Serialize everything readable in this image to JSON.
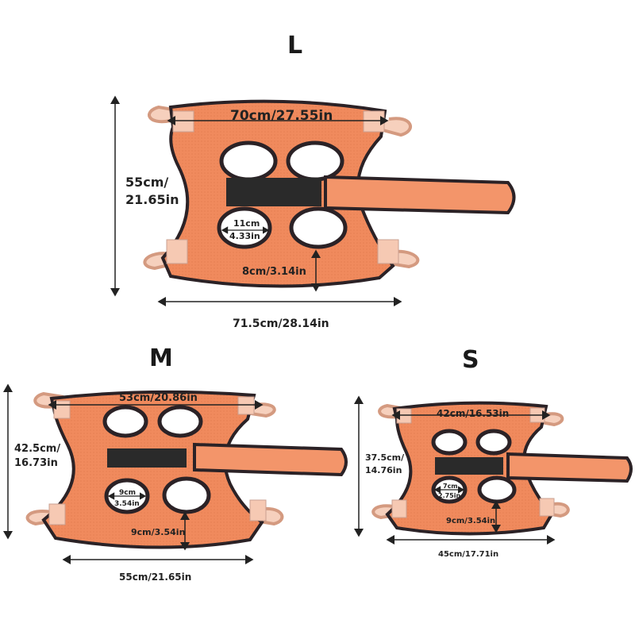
{
  "sizes": {
    "L": {
      "name": "L",
      "top_width": "70cm/27.55in",
      "height_line1": "55cm/",
      "height_line2": "21.65in",
      "hole_line1": "11cm",
      "hole_line2": "4.33in",
      "bottom_gap": "8cm/3.14in",
      "bottom_width": "71.5cm/28.14in"
    },
    "M": {
      "name": "M",
      "top_width": "53cm/20.86in",
      "height_line1": "42.5cm/",
      "height_line2": "16.73in",
      "hole_line1": "9cm",
      "hole_line2": "3.54in",
      "bottom_gap": "9cm/3.54in",
      "bottom_width": "55cm/21.65in"
    },
    "S": {
      "name": "S",
      "top_width": "42cm/16.53in",
      "height_line1": "37.5cm/",
      "height_line2": "14.76in",
      "hole_line1": "7cm",
      "hole_line2": "2.75in",
      "bottom_gap": "9cm/3.54in",
      "bottom_width": "45cm/17.71in"
    }
  },
  "colors": {
    "body": "#f08a5d",
    "border": "#2b2226",
    "strap": "#f6d0bd",
    "patch": "#2a2a2a",
    "belt": "#f3956a"
  }
}
